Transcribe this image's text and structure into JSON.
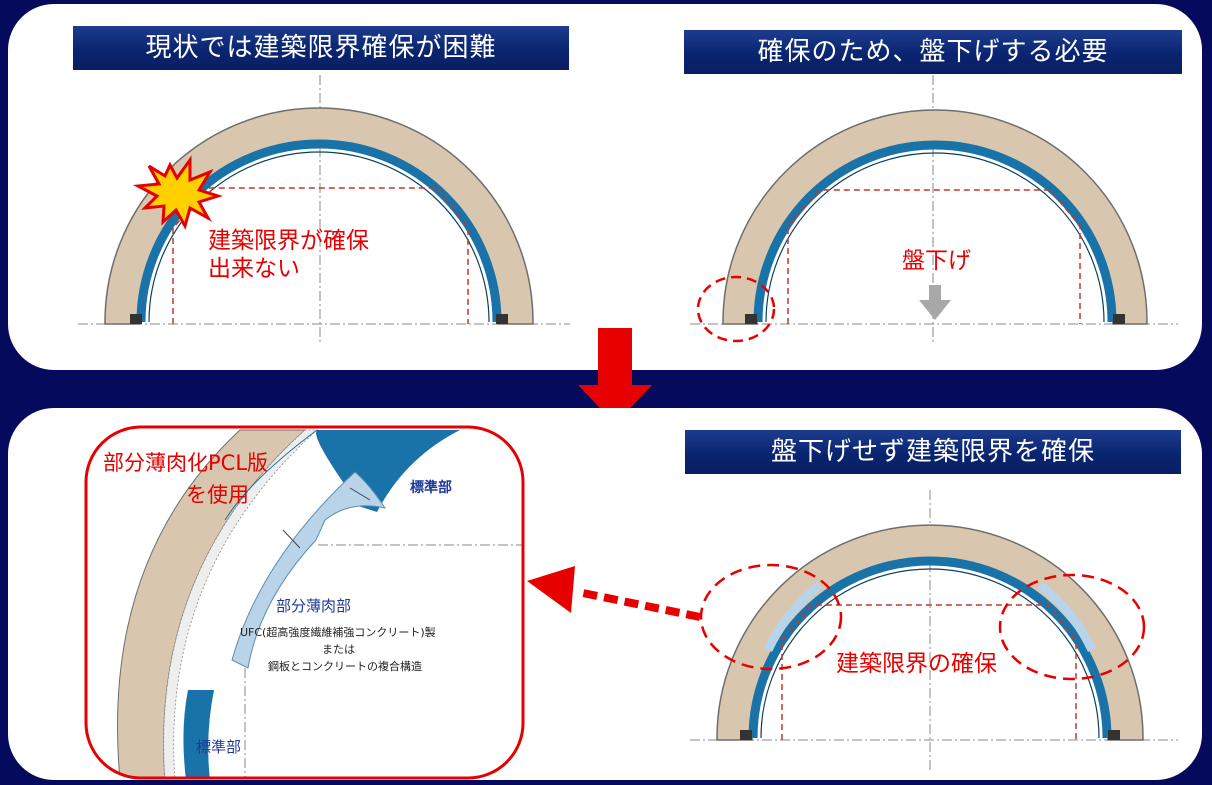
{
  "top_left": {
    "banner": "現状では建築限界確保が困難",
    "label_line1": "建築限界が確保",
    "label_line2": "出来ない"
  },
  "top_right": {
    "banner": "確保のため、盤下げする必要",
    "label": "盤下げ"
  },
  "bottom_left": {
    "callout_line1": "部分薄肉化PCL版",
    "callout_line2": "を使用",
    "standard_part_top": "標準部",
    "thin_part": "部分薄肉部",
    "material_line1": "UFC(超高強度繊維補強コンクリート)製",
    "material_line2": "または",
    "material_line3": "鋼板とコンクリートの複合構造",
    "standard_part_bottom": "標準部"
  },
  "bottom_right": {
    "banner": "盤下げせず建築限界を確保",
    "label": "建築限界の確保"
  },
  "colors": {
    "background": "#050a5c",
    "lining": "#d8c7ae",
    "segment": "#1a73a8",
    "annotation": "#e60000"
  }
}
